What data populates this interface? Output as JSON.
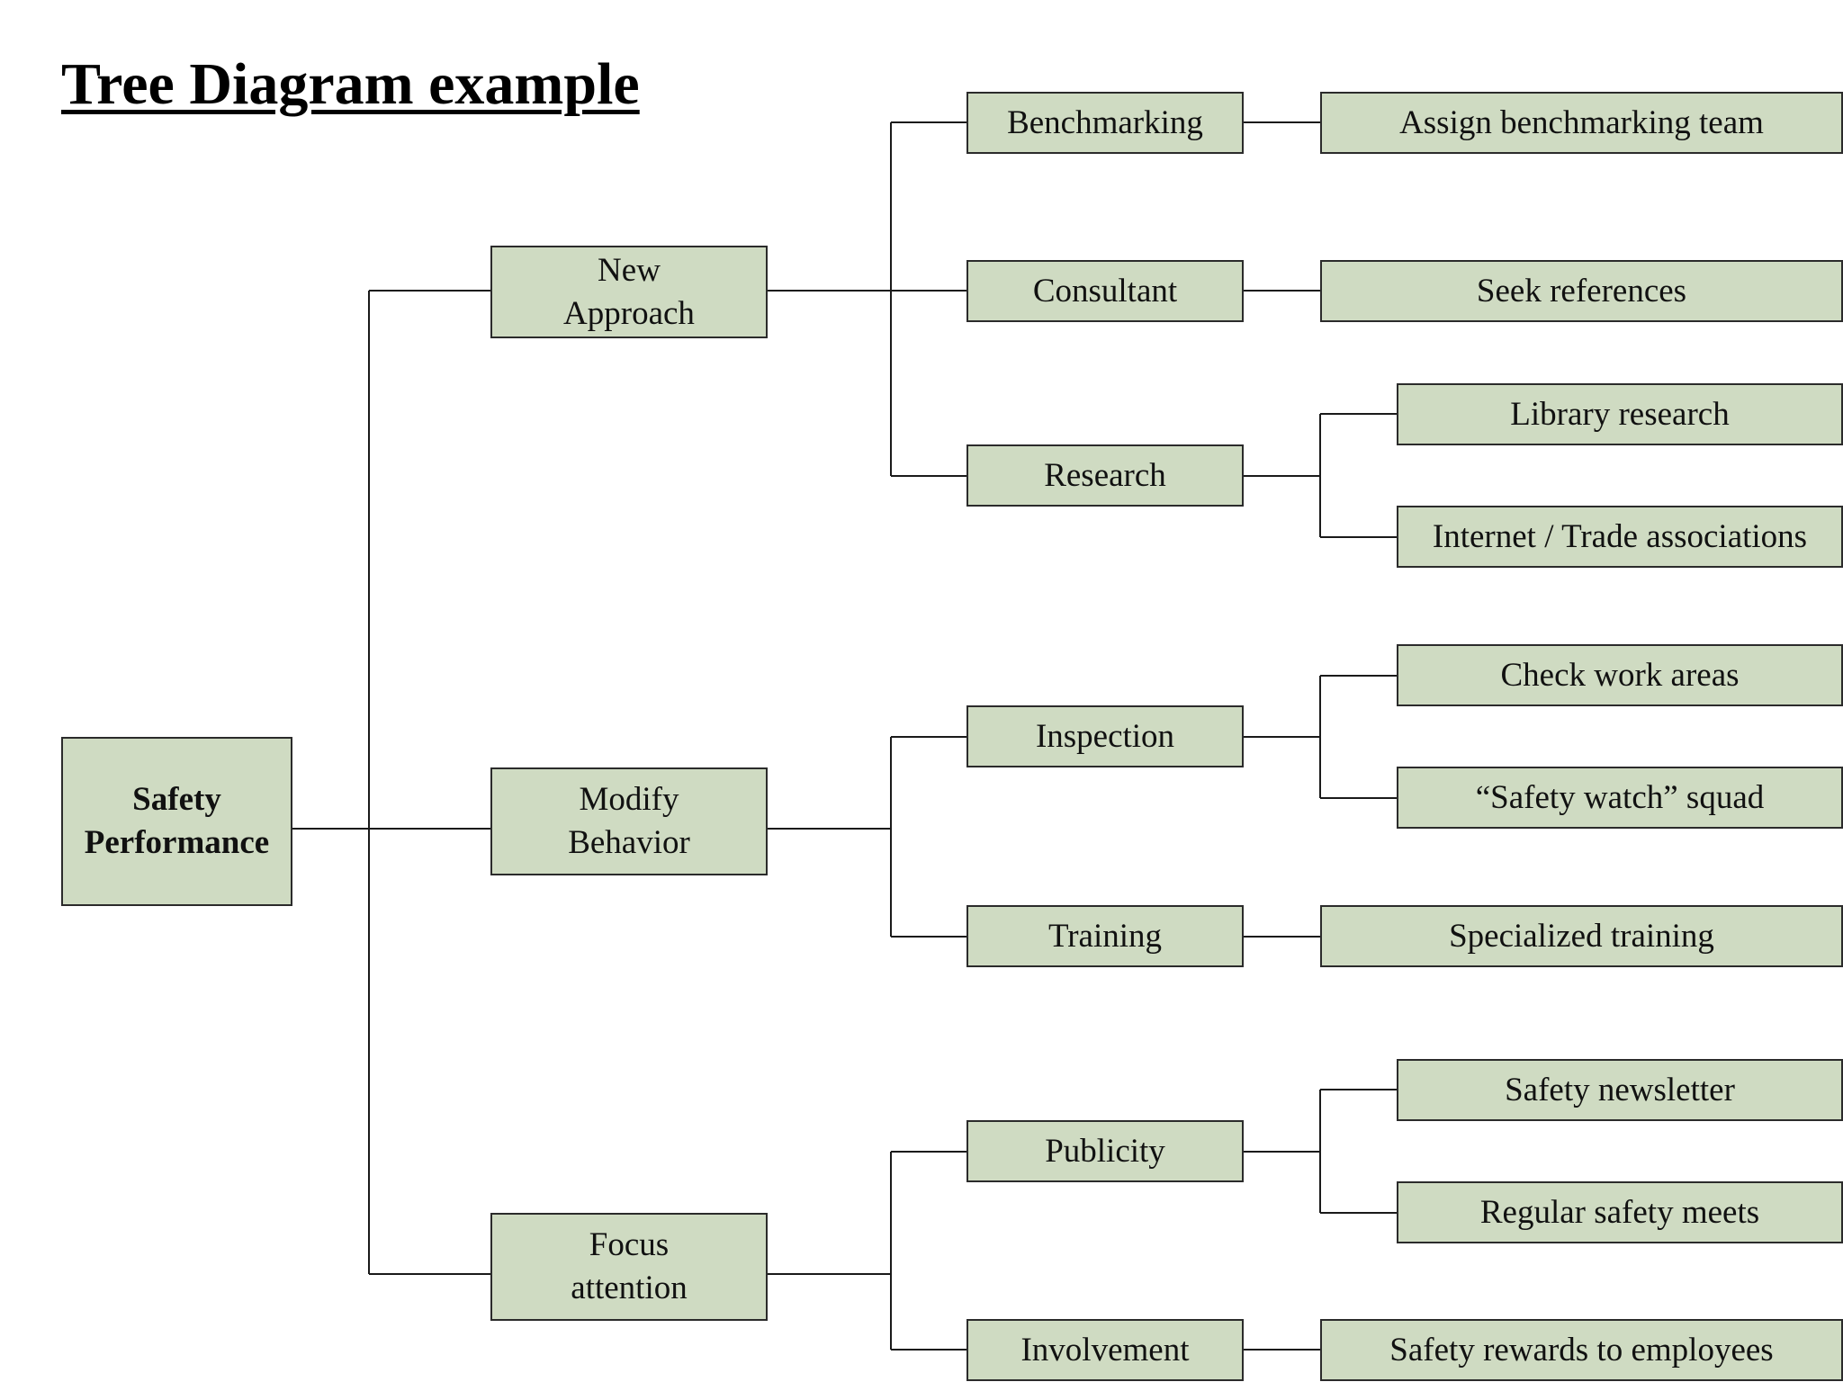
{
  "title": "Tree Diagram example",
  "colors": {
    "node_fill": "#cfdbc2",
    "node_border": "#2b2b2b",
    "connector": "#1a1a1a"
  },
  "tree": {
    "root": {
      "label": "Safety\nPerformance"
    },
    "branches": [
      {
        "label": "New\nApproach",
        "children": [
          {
            "label": "Benchmarking",
            "children": [
              {
                "label": "Assign benchmarking  team"
              }
            ]
          },
          {
            "label": "Consultant",
            "children": [
              {
                "label": "Seek references"
              }
            ]
          },
          {
            "label": "Research",
            "children": [
              {
                "label": "Library research"
              },
              {
                "label": "Internet / Trade associations"
              }
            ]
          }
        ]
      },
      {
        "label": "Modify\nBehavior",
        "children": [
          {
            "label": "Inspection",
            "children": [
              {
                "label": "Check work areas"
              },
              {
                "label": "“Safety watch” squad"
              }
            ]
          },
          {
            "label": "Training",
            "children": [
              {
                "label": "Specialized training"
              }
            ]
          }
        ]
      },
      {
        "label": "Focus\nattention",
        "children": [
          {
            "label": "Publicity",
            "children": [
              {
                "label": "Safety newsletter"
              },
              {
                "label": "Regular safety meets"
              }
            ]
          },
          {
            "label": "Involvement",
            "children": [
              {
                "label": "Safety rewards to employees"
              }
            ]
          }
        ]
      }
    ]
  }
}
